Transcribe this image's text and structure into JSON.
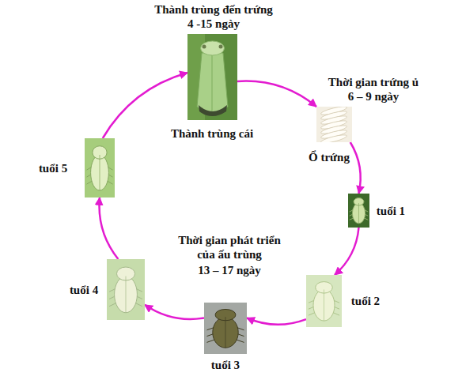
{
  "diagram": {
    "nodes": [
      {
        "text": [
          "Thành trùng đến trứng",
          "4 -15 ngày",
          "Thành trùng cái"
        ]
      },
      {
        "text": [
          "Thời gian trứng ủ",
          "6 – 9 ngày",
          "Ổ trứng"
        ]
      },
      {
        "text": [
          "tuổi 1"
        ]
      },
      {
        "text": [
          "tuổi 2"
        ]
      },
      {
        "text": [
          "tuổi 3"
        ]
      },
      {
        "text": [
          "tuổi 4"
        ]
      },
      {
        "text": [
          "tuổi 5"
        ]
      }
    ],
    "edges": [
      {
        "from": 0,
        "to": 1,
        "arrow": "to"
      },
      {
        "from": 1,
        "to": 2,
        "arrow": "to"
      },
      {
        "from": 2,
        "to": 3,
        "arrow": "to"
      },
      {
        "from": 3,
        "to": 4,
        "arrow": "to"
      },
      {
        "from": 4,
        "to": 5,
        "arrow": "to"
      },
      {
        "from": 5,
        "to": 6,
        "arrow": "to"
      },
      {
        "from": 6,
        "to": 0,
        "arrow": "to"
      }
    ],
    "labels": [
      "Thời gian phát triển của ấu trùng",
      "13 – 17 ngày"
    ]
  }
}
